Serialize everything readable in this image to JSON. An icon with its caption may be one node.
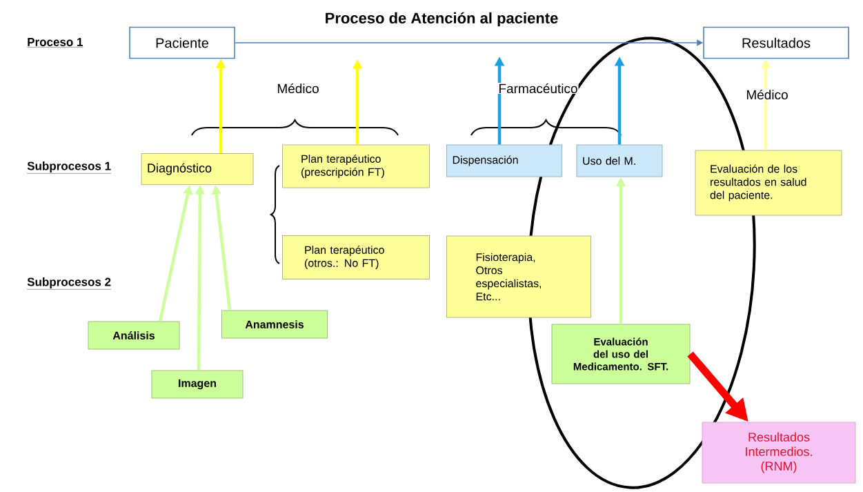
{
  "diagram": {
    "title": "Proceso de Atención al paciente",
    "nodes": [
      {
        "text": [
          "Paciente"
        ]
      },
      {
        "text": [
          "Resultados"
        ]
      },
      {
        "text": [
          "Diagnóstico"
        ]
      },
      {
        "text": [
          "Plan terapéutico (prescripción FT)"
        ]
      },
      {
        "text": [
          "Plan terapéutico (otros.: No FT)"
        ]
      },
      {
        "text": [
          "Dispensación"
        ]
      },
      {
        "text": [
          "Uso del M."
        ]
      },
      {
        "text": [
          "Evaluación de los resultados en salud del paciente."
        ]
      },
      {
        "text": [
          "Fisioterapia, Otros especialistas, Etc..."
        ]
      },
      {
        "text": [
          "Análisis"
        ]
      },
      {
        "text": [
          "Imagen"
        ]
      },
      {
        "text": [
          "Anamnesis"
        ]
      },
      {
        "text": [
          "Evaluación del uso del Medicamento. SFT."
        ]
      },
      {
        "text": [
          "Resultados Intermedios. (RNM)"
        ]
      }
    ],
    "edges": [
      {
        "from": 0,
        "to": 1,
        "arrow": "to",
        "color": "#4f81bd"
      },
      {
        "from": 2,
        "to": 0,
        "arrow": "to",
        "color": "#ffff00"
      },
      {
        "from": 3,
        "to": null,
        "arrow": "to",
        "color": "#ffff00"
      },
      {
        "from": 5,
        "to": null,
        "arrow": "to",
        "color": "#1ba1e2"
      },
      {
        "from": 6,
        "to": null,
        "arrow": "to",
        "color": "#1ba1e2"
      },
      {
        "from": 7,
        "to": 1,
        "arrow": "to",
        "color": "#ffffa0"
      },
      {
        "from": 9,
        "to": 2,
        "arrow": "to",
        "color": "#ccff99"
      },
      {
        "from": 10,
        "to": 2,
        "arrow": "to",
        "color": "#ccff99"
      },
      {
        "from": 11,
        "to": 2,
        "arrow": "to",
        "color": "#ccff99"
      },
      {
        "from": 12,
        "to": 6,
        "arrow": "to",
        "color": "#ccff99"
      },
      {
        "from": 12,
        "to": 13,
        "arrow": "to",
        "style": "thick",
        "color": "#ff0000"
      }
    ],
    "labels": [
      "Proceso 1",
      "Médico",
      "Farmacéutico",
      "Médico",
      "Subprocesos 1",
      "Subprocesos 2"
    ]
  }
}
